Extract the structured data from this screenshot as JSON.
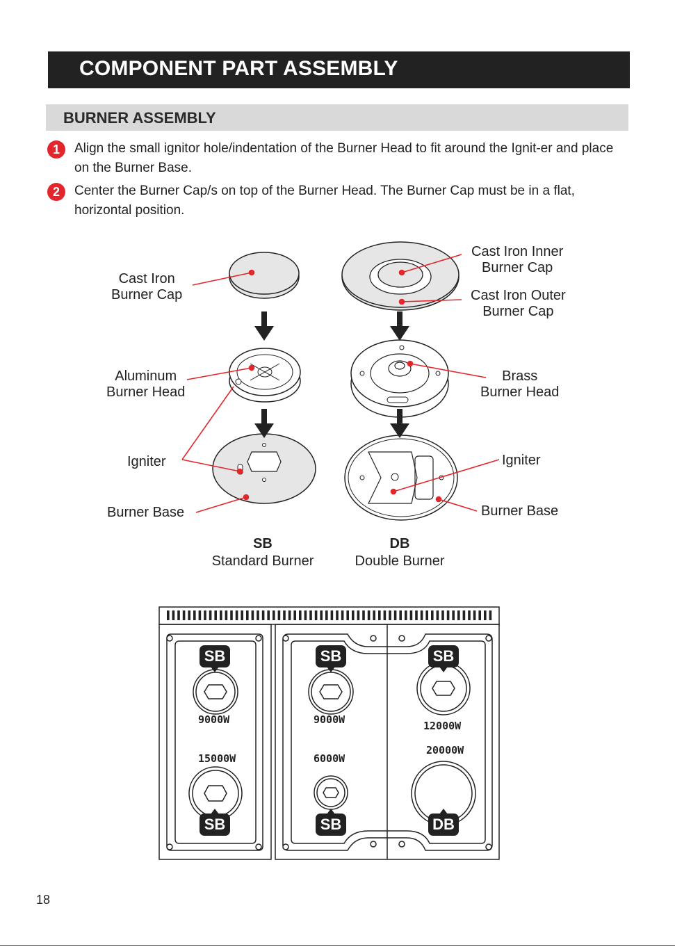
{
  "header": {
    "title": "COMPONENT PART ASSEMBLY"
  },
  "section": {
    "title": "BURNER ASSEMBLY"
  },
  "steps": [
    {
      "num": "1",
      "text": "Align the small ignitor hole/indentation of the Burner Head to fit around the Ignit-er and place on the Burner Base."
    },
    {
      "num": "2",
      "text": "Center the Burner Cap/s on top of the Burner Head. The Burner Cap must be in a flat, horizontal position."
    }
  ],
  "labels": {
    "sb_cap": [
      "Cast Iron",
      "Burner Cap"
    ],
    "sb_head": [
      "Aluminum",
      "Burner Head"
    ],
    "sb_igniter": "Igniter",
    "sb_base": "Burner Base",
    "db_inner_cap": [
      "Cast Iron Inner",
      "Burner Cap"
    ],
    "db_outer_cap": [
      "Cast Iron Outer",
      "Burner Cap"
    ],
    "db_head": [
      "Brass",
      "Burner Head"
    ],
    "db_igniter": "Igniter",
    "db_base": "Burner Base"
  },
  "burner_types": {
    "sb": {
      "abbr": "SB",
      "name": "Standard Burner"
    },
    "db": {
      "abbr": "DB",
      "name": "Double Burner"
    }
  },
  "cooktop": {
    "burners": [
      {
        "watt": "9000W",
        "badge": "SB"
      },
      {
        "watt": "15000W",
        "badge": "SB"
      },
      {
        "watt": "9000W",
        "badge": "SB"
      },
      {
        "watt": "6000W",
        "badge": "SB"
      },
      {
        "watt": "12000W",
        "badge": "SB"
      },
      {
        "watt": "20000W",
        "badge": "DB"
      }
    ]
  },
  "colors": {
    "accent": "#e3262b",
    "dark": "#222222"
  },
  "page": {
    "number": "18"
  }
}
